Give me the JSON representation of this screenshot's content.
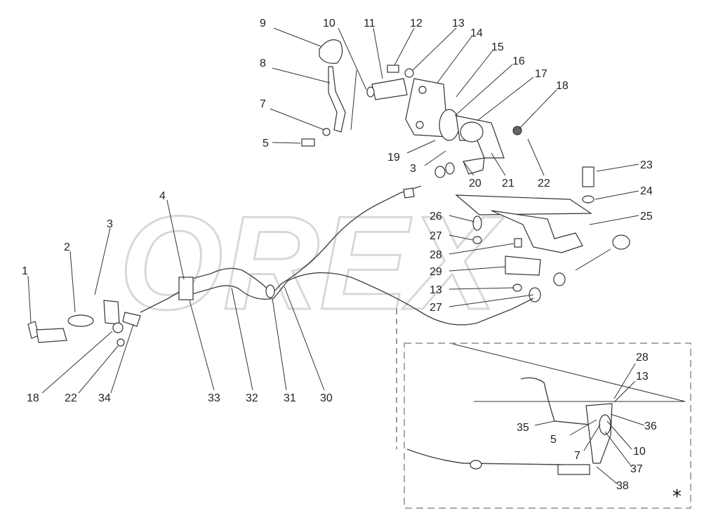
{
  "watermark": "OREX",
  "inset_marker": "*",
  "part_labels": [
    {
      "id": "l9",
      "text": "9"
    },
    {
      "id": "l10a",
      "text": "10"
    },
    {
      "id": "l11",
      "text": "11"
    },
    {
      "id": "l12",
      "text": "12"
    },
    {
      "id": "l13a",
      "text": "13"
    },
    {
      "id": "l14",
      "text": "14"
    },
    {
      "id": "l15",
      "text": "15"
    },
    {
      "id": "l16",
      "text": "16"
    },
    {
      "id": "l17",
      "text": "17"
    },
    {
      "id": "l18a",
      "text": "18"
    },
    {
      "id": "l8",
      "text": "8"
    },
    {
      "id": "l7a",
      "text": "7"
    },
    {
      "id": "l5a",
      "text": "5"
    },
    {
      "id": "l19",
      "text": "19"
    },
    {
      "id": "l3a",
      "text": "3"
    },
    {
      "id": "l20",
      "text": "20"
    },
    {
      "id": "l21",
      "text": "21"
    },
    {
      "id": "l22a",
      "text": "22"
    },
    {
      "id": "l23",
      "text": "23"
    },
    {
      "id": "l24",
      "text": "24"
    },
    {
      "id": "l25",
      "text": "25"
    },
    {
      "id": "l26",
      "text": "26"
    },
    {
      "id": "l27a",
      "text": "27"
    },
    {
      "id": "l28a",
      "text": "28"
    },
    {
      "id": "l29",
      "text": "29"
    },
    {
      "id": "l13b",
      "text": "13"
    },
    {
      "id": "l27b",
      "text": "27"
    },
    {
      "id": "l4",
      "text": "4"
    },
    {
      "id": "l3b",
      "text": "3"
    },
    {
      "id": "l2",
      "text": "2"
    },
    {
      "id": "l1",
      "text": "1"
    },
    {
      "id": "l18b",
      "text": "18"
    },
    {
      "id": "l22b",
      "text": "22"
    },
    {
      "id": "l34",
      "text": "34"
    },
    {
      "id": "l33",
      "text": "33"
    },
    {
      "id": "l32",
      "text": "32"
    },
    {
      "id": "l31",
      "text": "31"
    },
    {
      "id": "l30",
      "text": "30"
    },
    {
      "id": "l28b",
      "text": "28"
    },
    {
      "id": "l13c",
      "text": "13"
    },
    {
      "id": "l35",
      "text": "35"
    },
    {
      "id": "l36",
      "text": "36"
    },
    {
      "id": "l5b",
      "text": "5"
    },
    {
      "id": "l10b",
      "text": "10"
    },
    {
      "id": "l7b",
      "text": "7"
    },
    {
      "id": "l37",
      "text": "37"
    },
    {
      "id": "l38",
      "text": "38"
    }
  ]
}
